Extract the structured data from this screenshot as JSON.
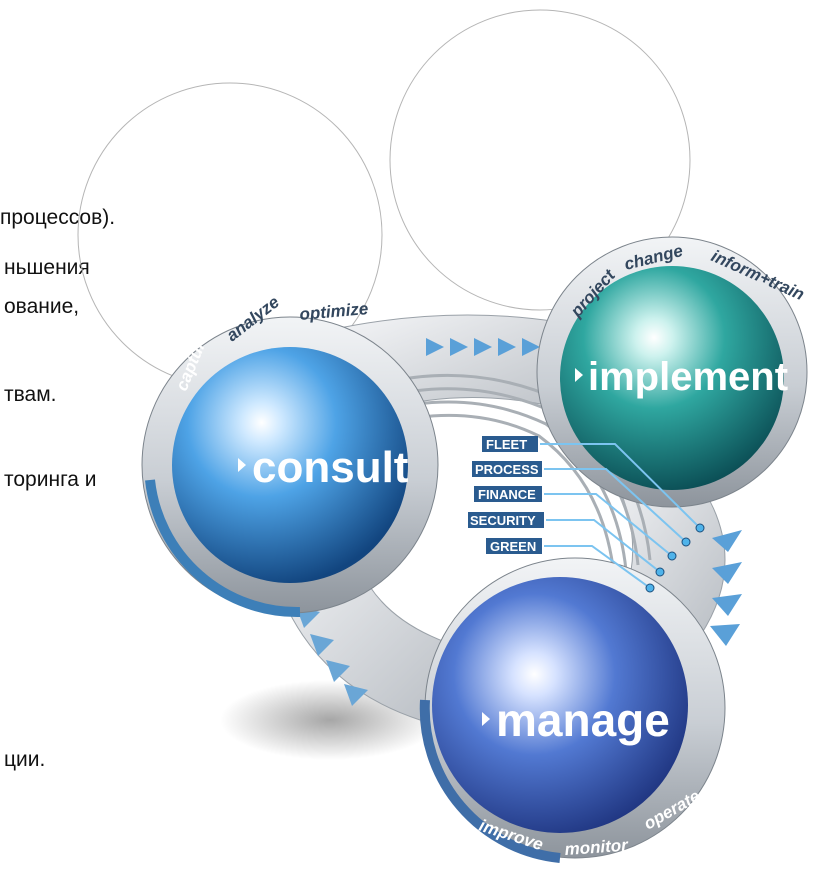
{
  "text_fragments": [
    "процессов).",
    "ньшения",
    "ование,",
    "твам.",
    "торинга и",
    "ции."
  ],
  "cycle": {
    "consult": {
      "label": "consult",
      "color": "#2f7fc7",
      "ring_words": [
        "capture",
        "analyze",
        "optimize"
      ]
    },
    "implement": {
      "label": "implement",
      "color": "#1f8f8a",
      "ring_words": [
        "project",
        "change",
        "inform+train"
      ]
    },
    "manage": {
      "label": "manage",
      "color": "#3c5fb8",
      "ring_words": [
        "improve",
        "monitor",
        "operate"
      ]
    }
  },
  "categories": [
    "FLEET",
    "PROCESS",
    "FINANCE",
    "SECURITY",
    "GREEN"
  ]
}
